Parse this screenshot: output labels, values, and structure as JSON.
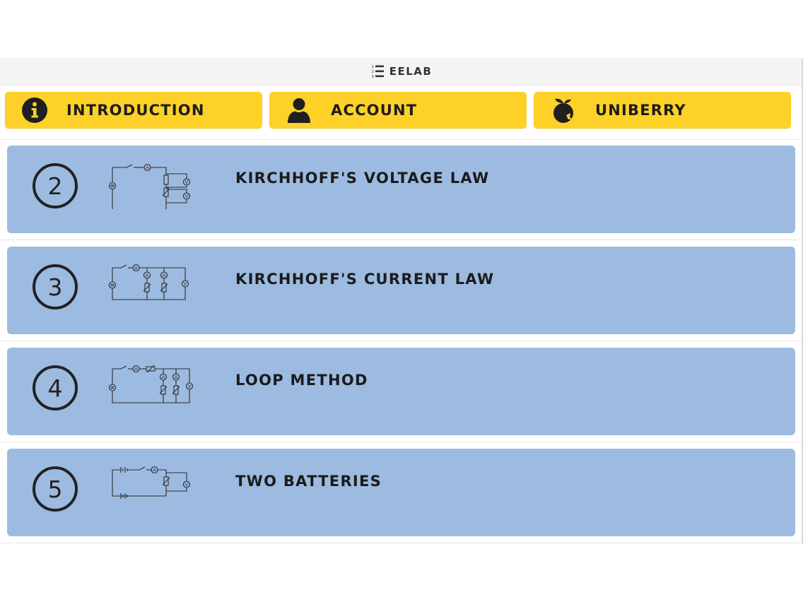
{
  "app": {
    "title": "EELAB",
    "logo_icon": "numbered-list-icon"
  },
  "nav": [
    {
      "label": "INTRODUCTION",
      "icon": "info-icon"
    },
    {
      "label": "ACCOUNT",
      "icon": "user-icon"
    },
    {
      "label": "UNIBERRY",
      "icon": "uniberry-fruit-icon"
    }
  ],
  "lessons": [
    {
      "number": "2",
      "title": "KIRCHHOFF'S VOLTAGE LAW",
      "icon": "series-circuit-diagram-icon"
    },
    {
      "number": "3",
      "title": "KIRCHHOFF'S CURRENT LAW",
      "icon": "parallel-circuit-diagram-icon"
    },
    {
      "number": "4",
      "title": "LOOP METHOD",
      "icon": "loop-circuit-diagram-icon"
    },
    {
      "number": "5",
      "title": "TWO BATTERIES",
      "icon": "two-battery-circuit-diagram-icon"
    }
  ],
  "colors": {
    "nav_button": "#fdd128",
    "lesson_card": "#9dbbe1",
    "topbar": "#f4f4f4",
    "text_dark": "#1b1b1b"
  }
}
